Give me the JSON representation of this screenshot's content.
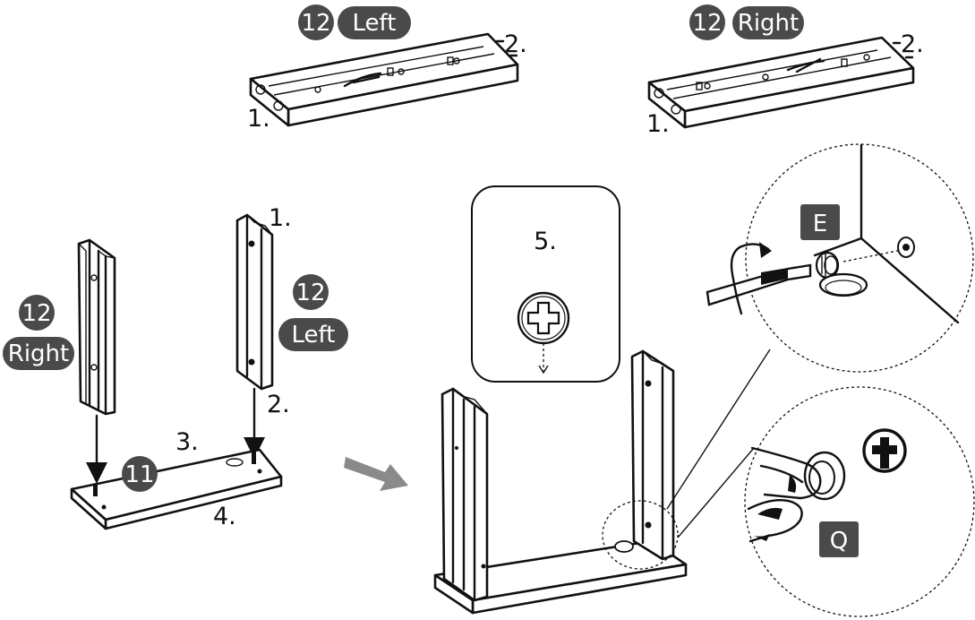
{
  "colors": {
    "badge": "#4a4a4a",
    "arrow": "#8a8a8a",
    "ink": "#111111"
  },
  "top_left_panel": {
    "part_number": "12",
    "side": "Left",
    "step_1": "1.",
    "step_2": "2."
  },
  "top_right_panel": {
    "part_number": "12",
    "side": "Right",
    "step_1": "1.",
    "step_2": "2."
  },
  "left_post": {
    "part_number": "12",
    "side": "Right"
  },
  "right_post": {
    "part_number": "12",
    "side": "Left",
    "step_1": "1.",
    "step_2": "2."
  },
  "base_board": {
    "part_number": "11",
    "step_3": "3.",
    "step_4": "4."
  },
  "screw_callout": {
    "step": "5.",
    "icon": "phillips-screw-icon"
  },
  "detail_e": {
    "letter": "E",
    "icon": "cam-lock-screwdriver-icon"
  },
  "detail_q": {
    "letter": "Q",
    "icon": "cam-cap-icon"
  }
}
